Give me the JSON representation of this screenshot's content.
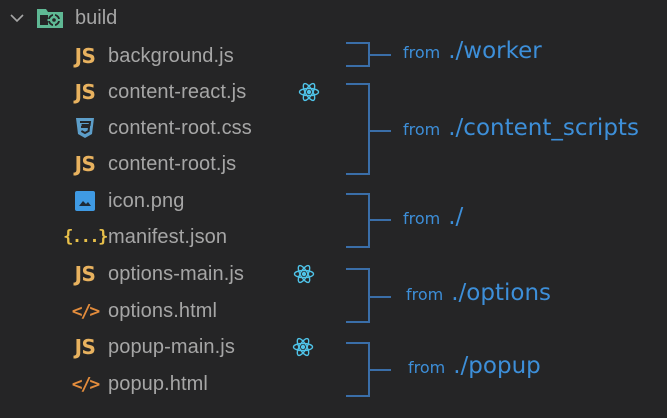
{
  "folder": {
    "name": "build",
    "expanded": true,
    "icon": "folder-gear-icon",
    "icon_color": "#5fb894"
  },
  "files": [
    {
      "name": "background.js",
      "icon": "js-icon",
      "icon_text": "JS",
      "react": false
    },
    {
      "name": "content-react.js",
      "icon": "js-icon",
      "icon_text": "JS",
      "react": true
    },
    {
      "name": "content-root.css",
      "icon": "css-icon",
      "icon_text": "",
      "react": false
    },
    {
      "name": "content-root.js",
      "icon": "js-icon",
      "icon_text": "JS",
      "react": false
    },
    {
      "name": "icon.png",
      "icon": "image-icon",
      "icon_text": "",
      "react": false
    },
    {
      "name": "manifest.json",
      "icon": "json-icon",
      "icon_text": "{...}",
      "react": false
    },
    {
      "name": "options-main.js",
      "icon": "js-icon",
      "icon_text": "JS",
      "react": true
    },
    {
      "name": "options.html",
      "icon": "html-icon",
      "icon_text": "</>",
      "react": false
    },
    {
      "name": "popup-main.js",
      "icon": "js-icon",
      "icon_text": "JS",
      "react": true
    },
    {
      "name": "popup.html",
      "icon": "html-icon",
      "icon_text": "</>",
      "react": false
    }
  ],
  "annotations": [
    {
      "from": "from",
      "path": "./worker",
      "files": [
        "background.js"
      ]
    },
    {
      "from": "from",
      "path": "./content_scripts",
      "files": [
        "content-react.js",
        "content-root.css",
        "content-root.js"
      ]
    },
    {
      "from": "from",
      "path": "./",
      "files": [
        "icon.png",
        "manifest.json"
      ]
    },
    {
      "from": "from",
      "path": "./options",
      "files": [
        "options-main.js",
        "options.html"
      ]
    },
    {
      "from": "from",
      "path": "./popup",
      "files": [
        "popup-main.js",
        "popup.html"
      ]
    }
  ],
  "colors": {
    "background": "#252526",
    "file_text": "#a6a6a6",
    "js": "#e8b25f",
    "css": "#5d9ec9",
    "image": "#3f9ae3",
    "json": "#e8c04a",
    "html": "#e38c3c",
    "react": "#4fc3e8",
    "annotation": "#3d8fd9",
    "bracket": "#3a6ea8"
  }
}
